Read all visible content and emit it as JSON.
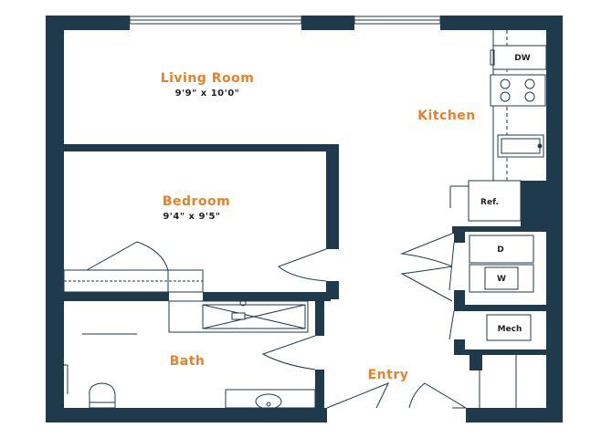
{
  "colors": {
    "wall": "#1f3a4d",
    "label": "#e8822a",
    "dim": "#222222",
    "line": "#1f3a4d",
    "fixture_fill": "#ffffff"
  },
  "rooms": {
    "living": {
      "name": "Living Room",
      "dim": "9'9\" x 10'0\""
    },
    "bedroom": {
      "name": "Bedroom",
      "dim": "9'4\" x 9'5\""
    },
    "kitchen": {
      "name": "Kitchen"
    },
    "bath": {
      "name": "Bath"
    },
    "entry": {
      "name": "Entry"
    }
  },
  "fixtures": {
    "dishwasher": "DW",
    "refrigerator": "Ref.",
    "dryer": "D",
    "washer": "W",
    "mechanical": "Mech"
  }
}
